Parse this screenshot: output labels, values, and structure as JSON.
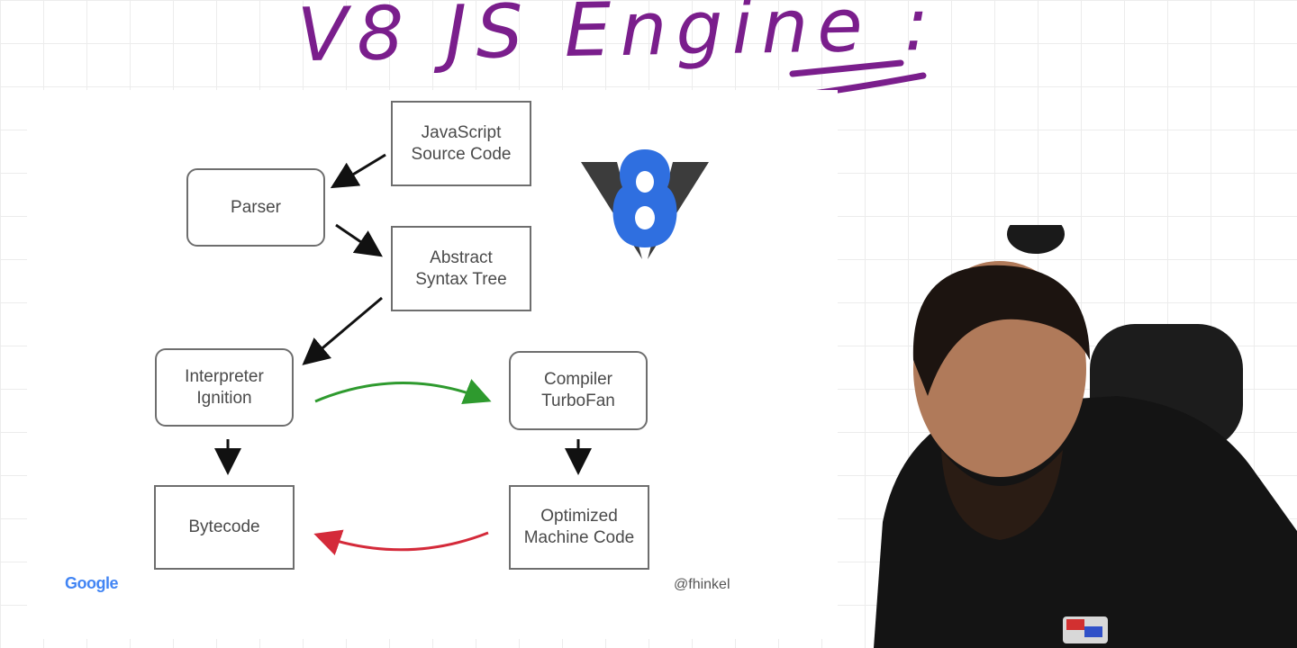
{
  "title": "V8 JS Engine :",
  "diagram": {
    "nodes": {
      "source": "JavaScript\nSource Code",
      "parser": "Parser",
      "ast": "Abstract\nSyntax Tree",
      "interpreter": "Interpreter\nIgnition",
      "compiler": "Compiler\nTurboFan",
      "bytecode": "Bytecode",
      "machine_code": "Optimized\nMachine Code"
    },
    "edges": [
      {
        "from": "source",
        "to": "parser",
        "color": "#111111"
      },
      {
        "from": "parser",
        "to": "ast",
        "color": "#111111"
      },
      {
        "from": "ast",
        "to": "interpreter",
        "color": "#111111"
      },
      {
        "from": "interpreter",
        "to": "compiler",
        "color": "#2e9a2e"
      },
      {
        "from": "interpreter",
        "to": "bytecode",
        "color": "#111111"
      },
      {
        "from": "compiler",
        "to": "machine_code",
        "color": "#111111"
      },
      {
        "from": "machine_code",
        "to": "bytecode",
        "color": "#d42a3a"
      }
    ]
  },
  "logo": {
    "icon": "v8-logo-icon",
    "color": "#2f6fe0"
  },
  "footer": {
    "brand": "Google",
    "handle": "@fhinkel"
  },
  "colors": {
    "title_ink": "#7a1e8c",
    "node_border": "#6e6e6e",
    "optimize_arrow": "#2e9a2e",
    "deoptimize_arrow": "#d42a3a"
  }
}
